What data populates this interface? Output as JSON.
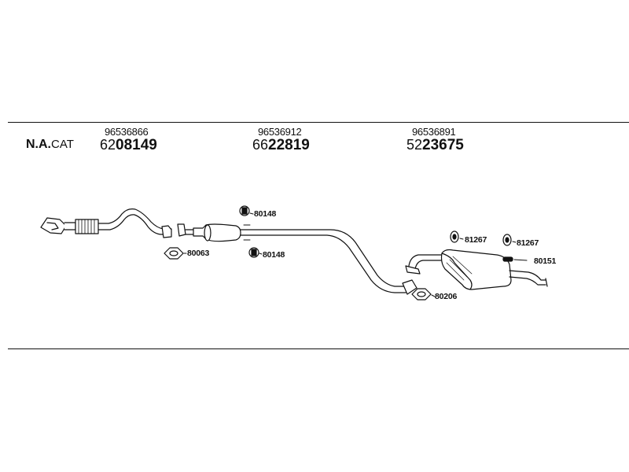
{
  "header": {
    "category_bold": "N.A.",
    "category_suffix": "CAT",
    "parts": [
      {
        "oe": "96536866",
        "prefix": "62",
        "number": "08149"
      },
      {
        "oe": "96536912",
        "prefix": "66",
        "number": "22819"
      },
      {
        "oe": "96536891",
        "prefix": "52",
        "number": "23675"
      }
    ]
  },
  "fittings": [
    {
      "code": "80148",
      "icon": "clamp-icon"
    },
    {
      "code": "80063",
      "icon": "gasket-icon"
    },
    {
      "code": "80148",
      "icon": "clamp-icon"
    },
    {
      "code": "81267",
      "icon": "rubber-mount-icon"
    },
    {
      "code": "81267",
      "icon": "rubber-mount-icon"
    },
    {
      "code": "80151",
      "icon": "rubber-mount-icon"
    },
    {
      "code": "80206",
      "icon": "gasket-icon"
    }
  ]
}
